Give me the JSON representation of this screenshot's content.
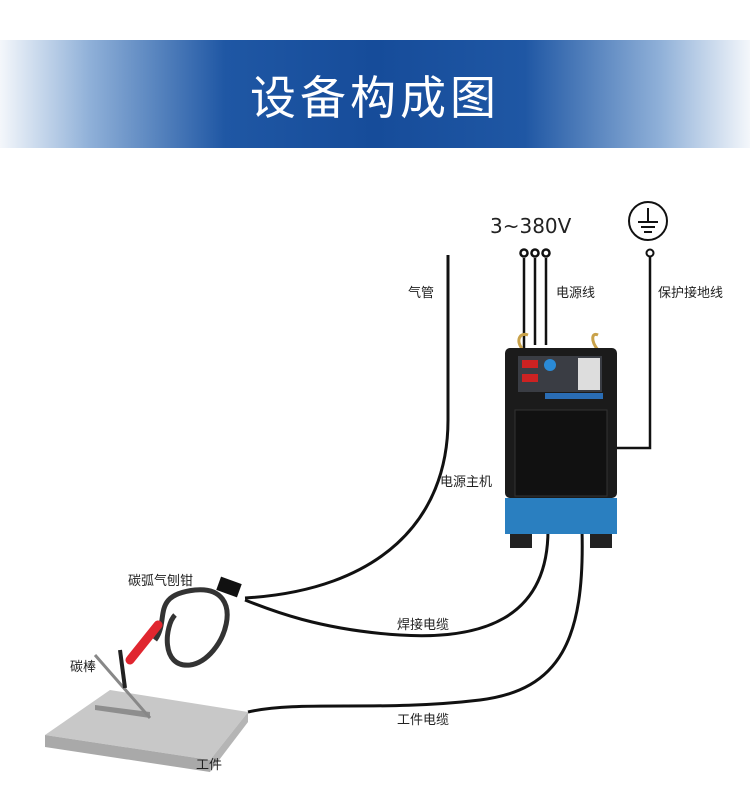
{
  "title": "设备构成图",
  "labels": {
    "voltage": "3~380V",
    "gas_pipe": "气管",
    "power_line": "电源线",
    "ground_line": "保护接地线",
    "power_unit": "电源主机",
    "gouging_torch": "碳弧气刨钳",
    "welding_cable": "焊接电缆",
    "carbon_rod": "碳棒",
    "work_cable": "工件电缆",
    "workpiece": "工件"
  }
}
